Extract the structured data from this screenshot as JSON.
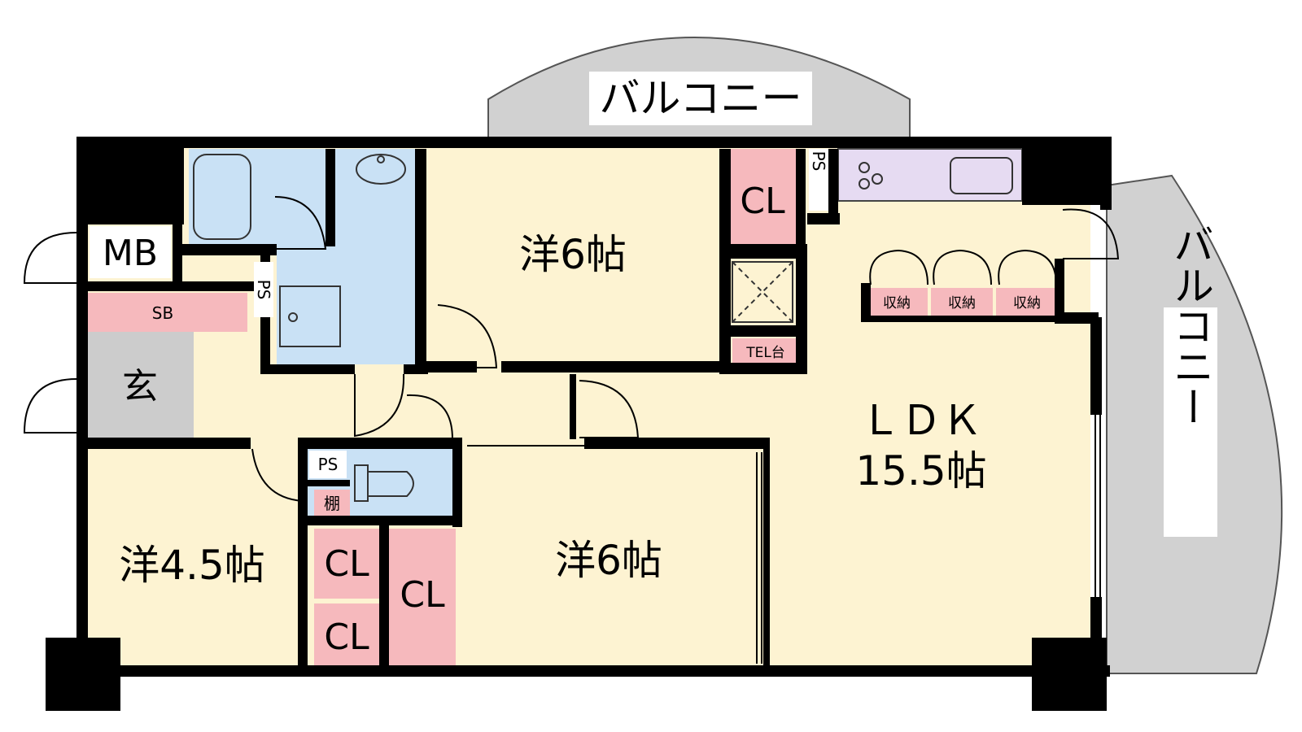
{
  "colors": {
    "room": "#fdf3d2",
    "wet": "#c9e1f5",
    "closet": "#f6b9bd",
    "kitchen": "#e6dbf2",
    "entry": "#cccccc",
    "balcony": "#d1d1d1",
    "wall": "#000000"
  },
  "labels": {
    "balcony_top": "バルコニー",
    "balcony_right": "バルコニー",
    "mb": "MB",
    "sb": "SB",
    "genkan": "玄",
    "ps_top_left": "P\nS",
    "ps_top_right": "P\nS",
    "ps_toilet": "PS",
    "tana": "棚",
    "room_top": "洋6帖",
    "room_bottom_left": "洋4.5帖",
    "room_bottom_mid": "洋6帖",
    "ldk_name": "ＬＤＫ",
    "ldk_size": "15.5帖",
    "cl_top": "CL",
    "cl_left_upper": "CL",
    "cl_left_lower": "CL",
    "cl_mid": "CL",
    "storage_1": "収納",
    "storage_2": "収納",
    "storage_3": "収納",
    "tel": "TEL台"
  }
}
